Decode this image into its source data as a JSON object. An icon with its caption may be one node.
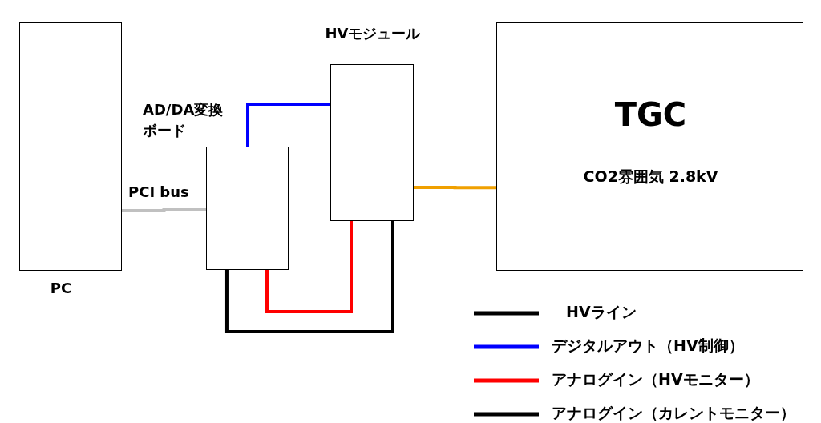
{
  "diagram": {
    "nodes": [
      {
        "text": [
          "PC"
        ]
      },
      {
        "text": [
          "AD/DA変換ボード"
        ]
      },
      {
        "text": [
          "HVモジュール"
        ]
      },
      {
        "text": [
          "TGC",
          "CO2雰囲気 2.8kV"
        ]
      }
    ],
    "edges": [
      {
        "from": 0,
        "to": 1,
        "arrow": "none",
        "label": "PCI bus",
        "color": "#c0c0c0"
      },
      {
        "from": 1,
        "to": 2,
        "arrow": "none",
        "color": "#0000ff"
      },
      {
        "from": 2,
        "to": 3,
        "arrow": "none",
        "color": "#f0a000"
      },
      {
        "from": 1,
        "to": 2,
        "arrow": "none",
        "color": "#ff0000"
      },
      {
        "from": 1,
        "to": 2,
        "arrow": "none",
        "color": "#000000"
      }
    ],
    "legend": [
      {
        "text": "HVライン"
      },
      {
        "text": "デジタルアウト（HV制御）"
      },
      {
        "text": "アナログイン（HVモニター）"
      },
      {
        "text": "アナログイン（カレントモニター）"
      }
    ]
  }
}
